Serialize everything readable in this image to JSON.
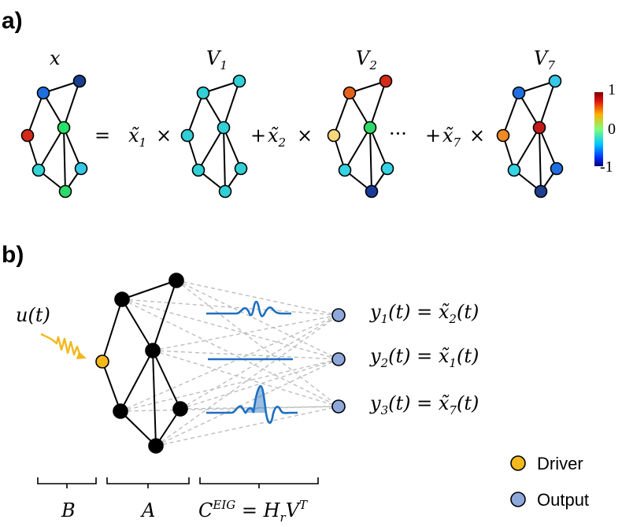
{
  "panel_a": {
    "label": "a)",
    "titles": {
      "x": "x",
      "v1": "V",
      "v1_sub": "1",
      "v2": "V",
      "v2_sub": "2",
      "v7": "V",
      "v7_sub": "7"
    },
    "equation": {
      "equals": "=",
      "term1_coef": "x̃",
      "term1_sub": "1",
      "term1_op": "×",
      "term2_prefix": "+",
      "term2_coef": "x̃",
      "term2_sub": "2",
      "term2_op": "×",
      "ellipsis": "···",
      "term7_prefix": "+",
      "term7_coef": "x̃",
      "term7_sub": "7",
      "term7_op": "×"
    },
    "colorbar": {
      "max_label": "1",
      "mid_label": "0",
      "min_label": "-1"
    },
    "node_colors": {
      "x": [
        "#1f6fe0",
        "#1a3f8f",
        "#d42a1a",
        "#27e06a",
        "#35d3d6",
        "#35c8e6",
        "#2ed86a"
      ],
      "v1": [
        "#30d0d6",
        "#30d0d6",
        "#30d0d6",
        "#30d0d6",
        "#30d0d6",
        "#30d0d6",
        "#30d0d6"
      ],
      "v2": [
        "#e4621a",
        "#d42a1a",
        "#f8d67a",
        "#2ed86a",
        "#35d3e6",
        "#35d3e6",
        "#1a3a9a"
      ],
      "v7": [
        "#1f6fe0",
        "#36c8e6",
        "#f08a25",
        "#c21a1a",
        "#35d3e6",
        "#1f6fe0",
        "#1f3f8f"
      ]
    }
  },
  "panel_b": {
    "label": "b)",
    "input": {
      "u": "u",
      "t": "(t)"
    },
    "outputs": [
      {
        "y": "y",
        "sub": "1",
        "arg": "(t) = ",
        "x": "x̃",
        "xsub": "2",
        "xarg": "(t)"
      },
      {
        "y": "y",
        "sub": "2",
        "arg": "(t) = ",
        "x": "x̃",
        "xsub": "1",
        "xarg": "(t)"
      },
      {
        "y": "y",
        "sub": "3",
        "arg": "(t) = ",
        "x": "x̃",
        "xsub": "7",
        "xarg": "(t)"
      }
    ],
    "brackets": {
      "b": "B",
      "a": "A",
      "c_main": "C",
      "c_sup": "EIG",
      "c_eq": " = ",
      "c_h": "H",
      "c_hsub": "r",
      "c_v": "V",
      "c_vsup": "T"
    },
    "legend": [
      {
        "label": "Driver",
        "color": "#f3b81c"
      },
      {
        "label": "Output",
        "color": "#8fa8dc"
      }
    ],
    "colors": {
      "wave": "#1f6fc0",
      "driver": "#f3b81c",
      "output": "#8fa8dc"
    }
  }
}
